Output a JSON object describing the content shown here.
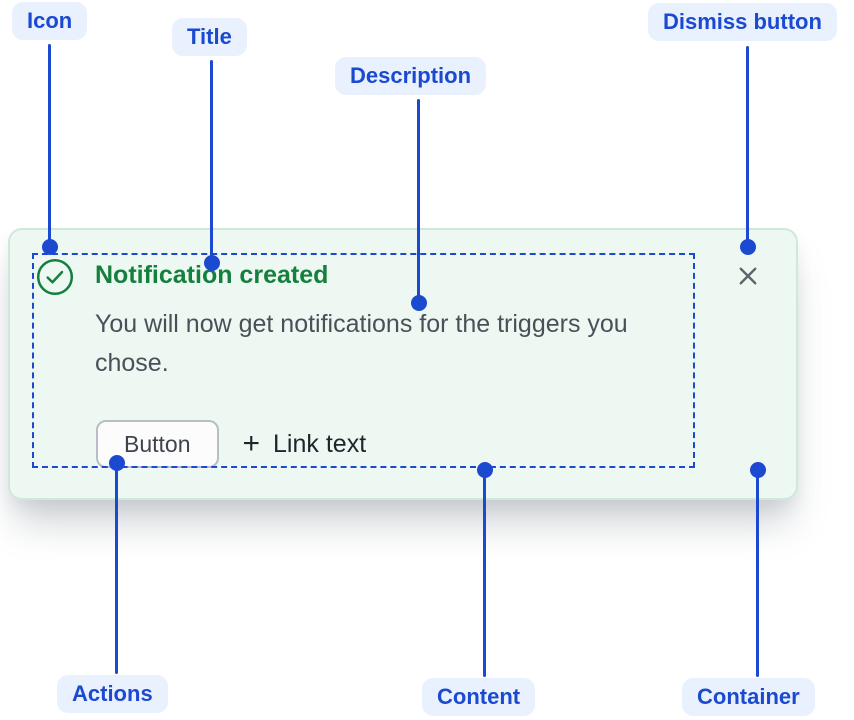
{
  "annotations": {
    "icon": "Icon",
    "title": "Title",
    "description": "Description",
    "dismiss": "Dismiss button",
    "actions": "Actions",
    "content": "Content",
    "container": "Container"
  },
  "notification": {
    "title": "Notification created",
    "description": "You will now get notifications for the triggers you chose.",
    "button_label": "Button",
    "plus_icon": "+",
    "link_label": "Link text",
    "icon_name": "success-check-icon",
    "dismiss_icon_name": "close-icon"
  },
  "colors": {
    "annotation_blue": "#1b4ad1",
    "annotation_pill_bg": "#e9f0fe",
    "card_background": "#eef8f2",
    "card_border": "#cfe9d8",
    "success_green": "#15803d",
    "description_gray": "#4a5058",
    "link_text": "#1f242b",
    "dismiss_gray": "#5f646a",
    "button_border": "#b9bec6",
    "button_background": "#fcfcfd"
  }
}
